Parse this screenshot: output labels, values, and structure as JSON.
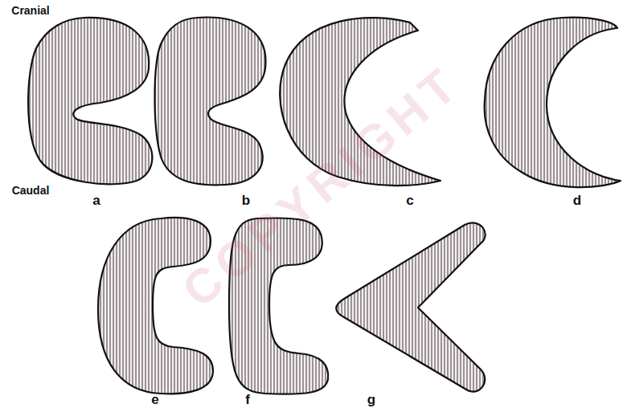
{
  "diagram": {
    "labels": [
      "Cranial",
      "Caudal",
      "a",
      "b",
      "c",
      "d",
      "e",
      "f",
      "g",
      "COPYRIGHT"
    ]
  }
}
